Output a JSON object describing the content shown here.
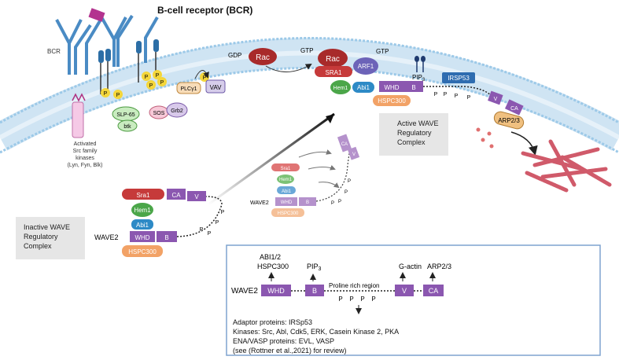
{
  "title": "B-cell receptor (BCR)",
  "bcr_label": "BCR",
  "src_label": [
    "Activated",
    "Src family",
    "kinases",
    "(Lyn, Fyn, Blk)"
  ],
  "membrane_proteins": {
    "slp65": "SLP-65",
    "btk": "btk",
    "sos": "SOS",
    "grb2": "Grb2",
    "plcg": "PLCγ1",
    "vav": "VAV",
    "p": "P"
  },
  "rac": {
    "gdp": "GDP",
    "gtp1": "GTP",
    "gtp2": "GTP",
    "rac": "Rac",
    "arf1": "ARF1",
    "pip3": "PIP",
    "pip3_sub": "3"
  },
  "active_complex": {
    "sra1": "SRA1",
    "hem1": "Hem1",
    "abi1": "Abi1",
    "whd": "WHD",
    "b": "B",
    "hspc300": "HSPC300",
    "irsp53": "IRSP53",
    "v": "V",
    "ca": "CA",
    "arp23": "ARP2/3",
    "p": "P",
    "label": [
      "Active WAVE",
      "Regulatory",
      "Complex"
    ]
  },
  "inactive_complex": {
    "sra1": "Sra1",
    "hem1": "Hem1",
    "abi1": "Abi1",
    "whd": "WHD",
    "b": "B",
    "hspc300": "HSPC300",
    "ca": "CA",
    "v": "V",
    "wave2": "WAVE2",
    "p": "P",
    "label": [
      "Inactive WAVE",
      "Regulatory",
      "Complex"
    ]
  },
  "intermediate_complex": {
    "sra1": "Sra1",
    "hem1": "Hem1",
    "abi1": "Abi1",
    "whd": "WHD",
    "b": "B",
    "hspc300": "HSPC300",
    "wave2": "WAVE2",
    "ca": "CA",
    "v": "V",
    "p": "P"
  },
  "domain_box": {
    "abi": "ABI1/2",
    "hspc": "HSPC300",
    "pip3": "PIP",
    "pip3_sub": "3",
    "gactin": "G-actin",
    "arp23": "ARP2/3",
    "wave2": "WAVE2",
    "whd": "WHD",
    "b": "B",
    "prr": "Proline rich region",
    "p": "P",
    "v": "V",
    "ca": "CA",
    "notes": [
      "Adaptor proteins: IRSp53",
      "Kinases: Src, Abl, Cdk5, ERK, Casein Kinase 2, PKA",
      "ENA/VASP proteins: EVL, VASP",
      "(see (Rottner et al.,2021) for review)"
    ]
  }
}
